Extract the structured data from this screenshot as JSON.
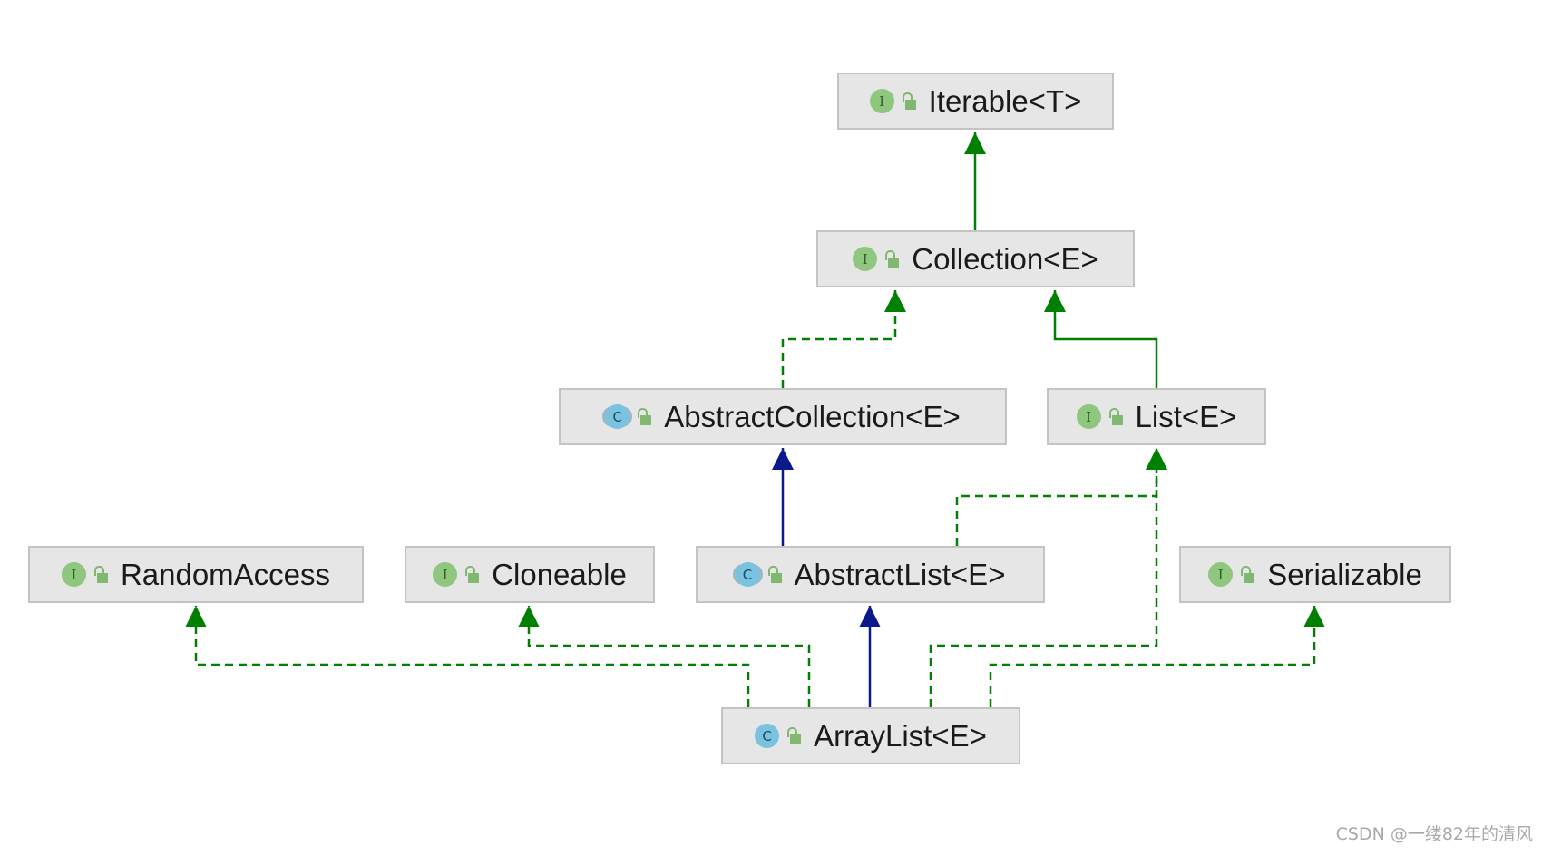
{
  "diagram": {
    "nodes": [
      {
        "id": "iterable",
        "kind": "I",
        "type": "interface",
        "label": "Iterable<T>"
      },
      {
        "id": "collection",
        "kind": "I",
        "type": "interface",
        "label": "Collection<E>"
      },
      {
        "id": "abstractcollection",
        "kind": "C",
        "type": "abstract",
        "label": "AbstractCollection<E>"
      },
      {
        "id": "list",
        "kind": "I",
        "type": "interface",
        "label": "List<E>"
      },
      {
        "id": "randomaccess",
        "kind": "I",
        "type": "interface",
        "label": "RandomAccess"
      },
      {
        "id": "cloneable",
        "kind": "I",
        "type": "interface",
        "label": "Cloneable"
      },
      {
        "id": "abstractlist",
        "kind": "C",
        "type": "abstract",
        "label": "AbstractList<E>"
      },
      {
        "id": "serializable",
        "kind": "I",
        "type": "interface",
        "label": "Serializable"
      },
      {
        "id": "arraylist",
        "kind": "C",
        "type": "class",
        "label": "ArrayList<E>"
      }
    ],
    "edges": [
      {
        "from": "collection",
        "to": "iterable",
        "relation": "extends",
        "style": "solid",
        "color": "#008000"
      },
      {
        "from": "abstractcollection",
        "to": "collection",
        "relation": "implements",
        "style": "dashed",
        "color": "#008000"
      },
      {
        "from": "list",
        "to": "collection",
        "relation": "extends",
        "style": "solid",
        "color": "#008000"
      },
      {
        "from": "abstractlist",
        "to": "abstractcollection",
        "relation": "extends",
        "style": "solid",
        "color": "#0a1a8c"
      },
      {
        "from": "abstractlist",
        "to": "list",
        "relation": "implements",
        "style": "dashed",
        "color": "#008000"
      },
      {
        "from": "arraylist",
        "to": "abstractlist",
        "relation": "extends",
        "style": "solid",
        "color": "#0a1a8c"
      },
      {
        "from": "arraylist",
        "to": "randomaccess",
        "relation": "implements",
        "style": "dashed",
        "color": "#008000"
      },
      {
        "from": "arraylist",
        "to": "cloneable",
        "relation": "implements",
        "style": "dashed",
        "color": "#008000"
      },
      {
        "from": "arraylist",
        "to": "list",
        "relation": "implements",
        "style": "dashed",
        "color": "#008000"
      },
      {
        "from": "arraylist",
        "to": "serializable",
        "relation": "implements",
        "style": "dashed",
        "color": "#008000"
      }
    ]
  },
  "colors": {
    "interface_edge": "#008000",
    "class_edge": "#0a1a8c",
    "node_fill": "#e6e6e6",
    "node_border": "#c4c4c4",
    "interface_badge": "#8fc77f",
    "class_badge": "#79c2e0"
  },
  "watermark": "CSDN @一缕82年的清风"
}
